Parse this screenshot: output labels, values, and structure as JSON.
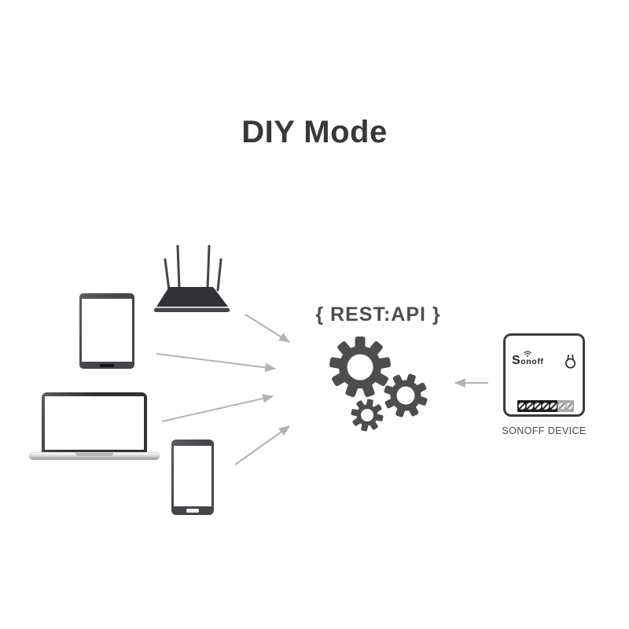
{
  "title": "DIY Mode",
  "center": {
    "api_label": "{ REST:API }"
  },
  "sonoff": {
    "logo": "Sonoff",
    "label": "SONOFF DEVICE"
  },
  "icons": {
    "router": "router-icon",
    "tablet": "tablet-icon",
    "laptop": "laptop-icon",
    "smartphone": "smartphone-icon",
    "gears": "gears-icon",
    "wifi": "wifi-icon",
    "pairing_button": "pairing-button-icon",
    "screw_terminals": "terminal-strip-icon",
    "flow_arrow": "arrow-icon"
  },
  "colors": {
    "background": "#ffffff",
    "ink": "#383838",
    "label_ink": "#4a4a4a",
    "gear": "#4d4d4f",
    "arrow": "#b3b3b3",
    "device_frame": "#46464a",
    "device_deep": "#323236",
    "screen": "#ffffff",
    "terminal_dark": "#1c1c1c",
    "terminal_light": "#a6a6a6"
  }
}
